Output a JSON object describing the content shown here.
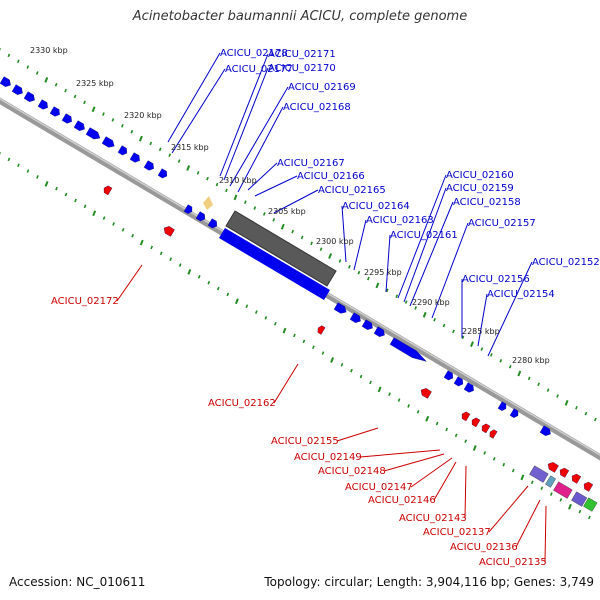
{
  "title": "Acinetobacter baumannii ACICU, complete genome",
  "accession": "Accession: NC_010611",
  "summary": "Topology: circular; Length: 3,904,116 bp; Genes: 3,749",
  "colors": {
    "forward_gene": "#0000ee",
    "reverse_gene": "#ee0000",
    "forward_label": "#0000cc",
    "reverse_label": "#cc0000",
    "backbone": "#999999",
    "tick": "#228b22",
    "selected_block": "#555555"
  },
  "kbp_marks": [
    {
      "label": "2330 kbp",
      "kbp": 2330
    },
    {
      "label": "2325 kbp",
      "kbp": 2325
    },
    {
      "label": "2320 kbp",
      "kbp": 2320
    },
    {
      "label": "2315 kbp",
      "kbp": 2315
    },
    {
      "label": "2310 kbp",
      "kbp": 2310
    },
    {
      "label": "2305 kbp",
      "kbp": 2305
    },
    {
      "label": "2300 kbp",
      "kbp": 2300
    },
    {
      "label": "2295 kbp",
      "kbp": 2295
    },
    {
      "label": "2290 kbp",
      "kbp": 2290
    },
    {
      "label": "2285 kbp",
      "kbp": 2285
    },
    {
      "label": "2280 kbp",
      "kbp": 2280
    }
  ],
  "forward_genes": [
    "ACICU_02178",
    "ACICU_02177",
    "ACICU_02171",
    "ACICU_02170",
    "ACICU_02169",
    "ACICU_02168",
    "ACICU_02167",
    "ACICU_02166",
    "ACICU_02165",
    "ACICU_02164",
    "ACICU_02163",
    "ACICU_02161",
    "ACICU_02160",
    "ACICU_02159",
    "ACICU_02158",
    "ACICU_02157",
    "ACICU_02156",
    "ACICU_02154",
    "ACICU_02152"
  ],
  "reverse_genes": [
    "ACICU_02172",
    "ACICU_02162",
    "ACICU_02155",
    "ACICU_02149",
    "ACICU_02148",
    "ACICU_02147",
    "ACICU_02146",
    "ACICU_02143",
    "ACICU_02137",
    "ACICU_02136",
    "ACICU_02135"
  ]
}
